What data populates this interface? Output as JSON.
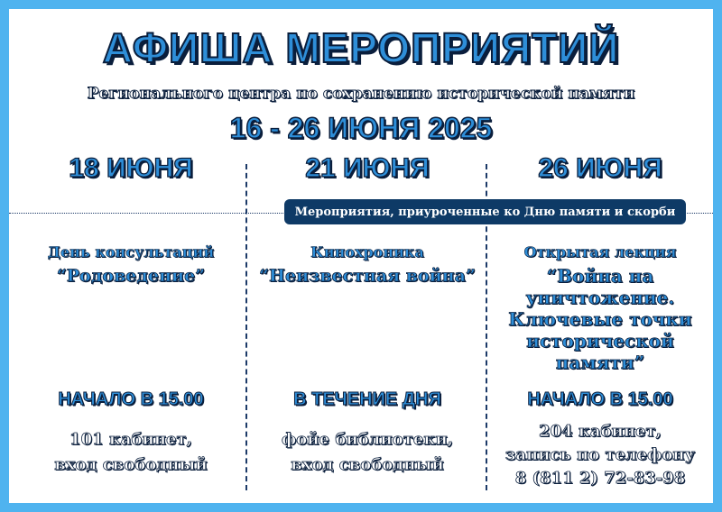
{
  "poster": {
    "title": "АФИША МЕРОПРИЯТИЙ",
    "subtitle": "Регионального центра по сохранению исторической памяти",
    "dates": "16 - 26 ИЮНЯ 2025",
    "banner": "Мероприятия, приуроченные ко Дню памяти и скорби"
  },
  "events": [
    {
      "date": "18 ИЮНЯ",
      "type": "День консультаций",
      "title_lines": [
        "“Родоведение”"
      ],
      "time": "НАЧАЛО В 15.00",
      "place_lines": [
        "101 кабинет,",
        "вход свободный"
      ]
    },
    {
      "date": "21 ИЮНЯ",
      "type": "Кинохроника",
      "title_lines": [
        "“Неизвестная война”"
      ],
      "time": "В ТЕЧЕНИЕ ДНЯ",
      "place_lines": [
        "фойе библиотеки,",
        "вход свободный"
      ]
    },
    {
      "date": "26 ИЮНЯ",
      "type": "Открытая лекция",
      "title_lines": [
        "“Война на",
        "уничтожение.",
        "Ключевые точки",
        "исторической",
        "памяти”"
      ],
      "time": "НАЧАЛО В 15.00",
      "place_lines": [
        "204 кабинет,",
        "запись по телефону",
        "8 (811 2) 72-83-98"
      ]
    }
  ]
}
